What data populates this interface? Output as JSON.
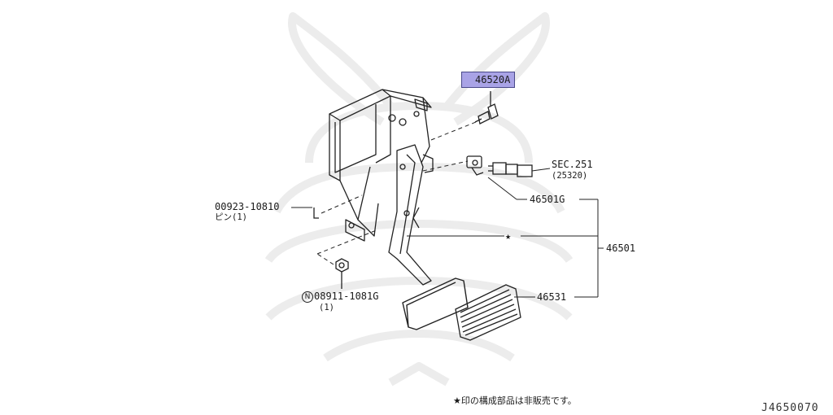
{
  "callouts": {
    "bolt": "46520A",
    "sec": "SEC.251",
    "sec_sub": "(25320)",
    "switch": "46501G",
    "assembly": "46501",
    "pad": "46531",
    "pin": "00923-10810",
    "pin_qty": "ピン(1)",
    "nut_badge": "N",
    "nut": "08911-1081G",
    "nut_qty": "(1)",
    "star": "★"
  },
  "footnote": "★印の構成部品は非販売です。",
  "diagram_code": "J4650070",
  "colors": {
    "highlight": "#a9a3e6",
    "line": "#222222",
    "watermark": "#eeeeee"
  }
}
